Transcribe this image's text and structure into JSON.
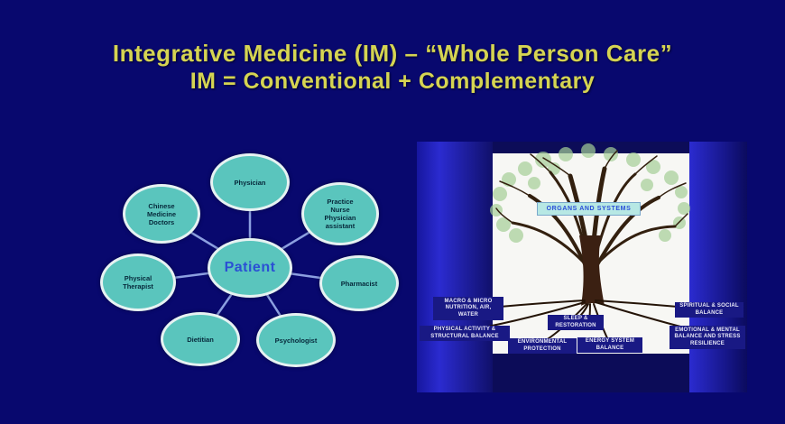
{
  "slide": {
    "title_line1": "Integrative Medicine (IM) – “Whole Person Care”",
    "title_line2": "IM = Conventional + Complementary"
  },
  "team_diagram": {
    "center": {
      "label": "Patient"
    },
    "members": [
      {
        "id": "physician",
        "label": "Physician"
      },
      {
        "id": "chinese-medicine-doctors",
        "label": "Chinese Medicine Doctors"
      },
      {
        "id": "practice-nurse-physician-assistant",
        "label": "Practice Nurse Physician assistant"
      },
      {
        "id": "physical-therapist",
        "label": "Physical Therapist"
      },
      {
        "id": "pharmacist",
        "label": "Pharmacist"
      },
      {
        "id": "dietitian",
        "label": "Dietitian"
      },
      {
        "id": "psychologist",
        "label": "Psychologist"
      }
    ]
  },
  "tree_figure": {
    "crown_label": "ORGANS and SYSTEMS",
    "roots": [
      "MACRO & MICRO NUTRITION, AIR, WATER",
      "PHYSICAL ACTIVITY & STRUCTURAL BALANCE",
      "SLEEP & RESTORATION",
      "ENVIRONMENTAL PROTECTION",
      "ENERGY SYSTEM BALANCE",
      "SPIRITUAL & SOCIAL BALANCE",
      "EMOTIONAL & MENTAL BALANCE AND STRESS RESILIENCE"
    ]
  },
  "colors": {
    "background": "#08086e",
    "title_text": "#d5d452",
    "ellipse_fill": "#5ac5bd",
    "ellipse_border": "#e6f2f2",
    "patient_text": "#2b50d4",
    "member_text": "#06283a",
    "connector_line": "#8c9fe0",
    "root_label_bg": "#191984",
    "root_label_text": "#e9e9f8",
    "banner_bg": "#b7e8e4",
    "banner_text": "#2a4ed8"
  }
}
